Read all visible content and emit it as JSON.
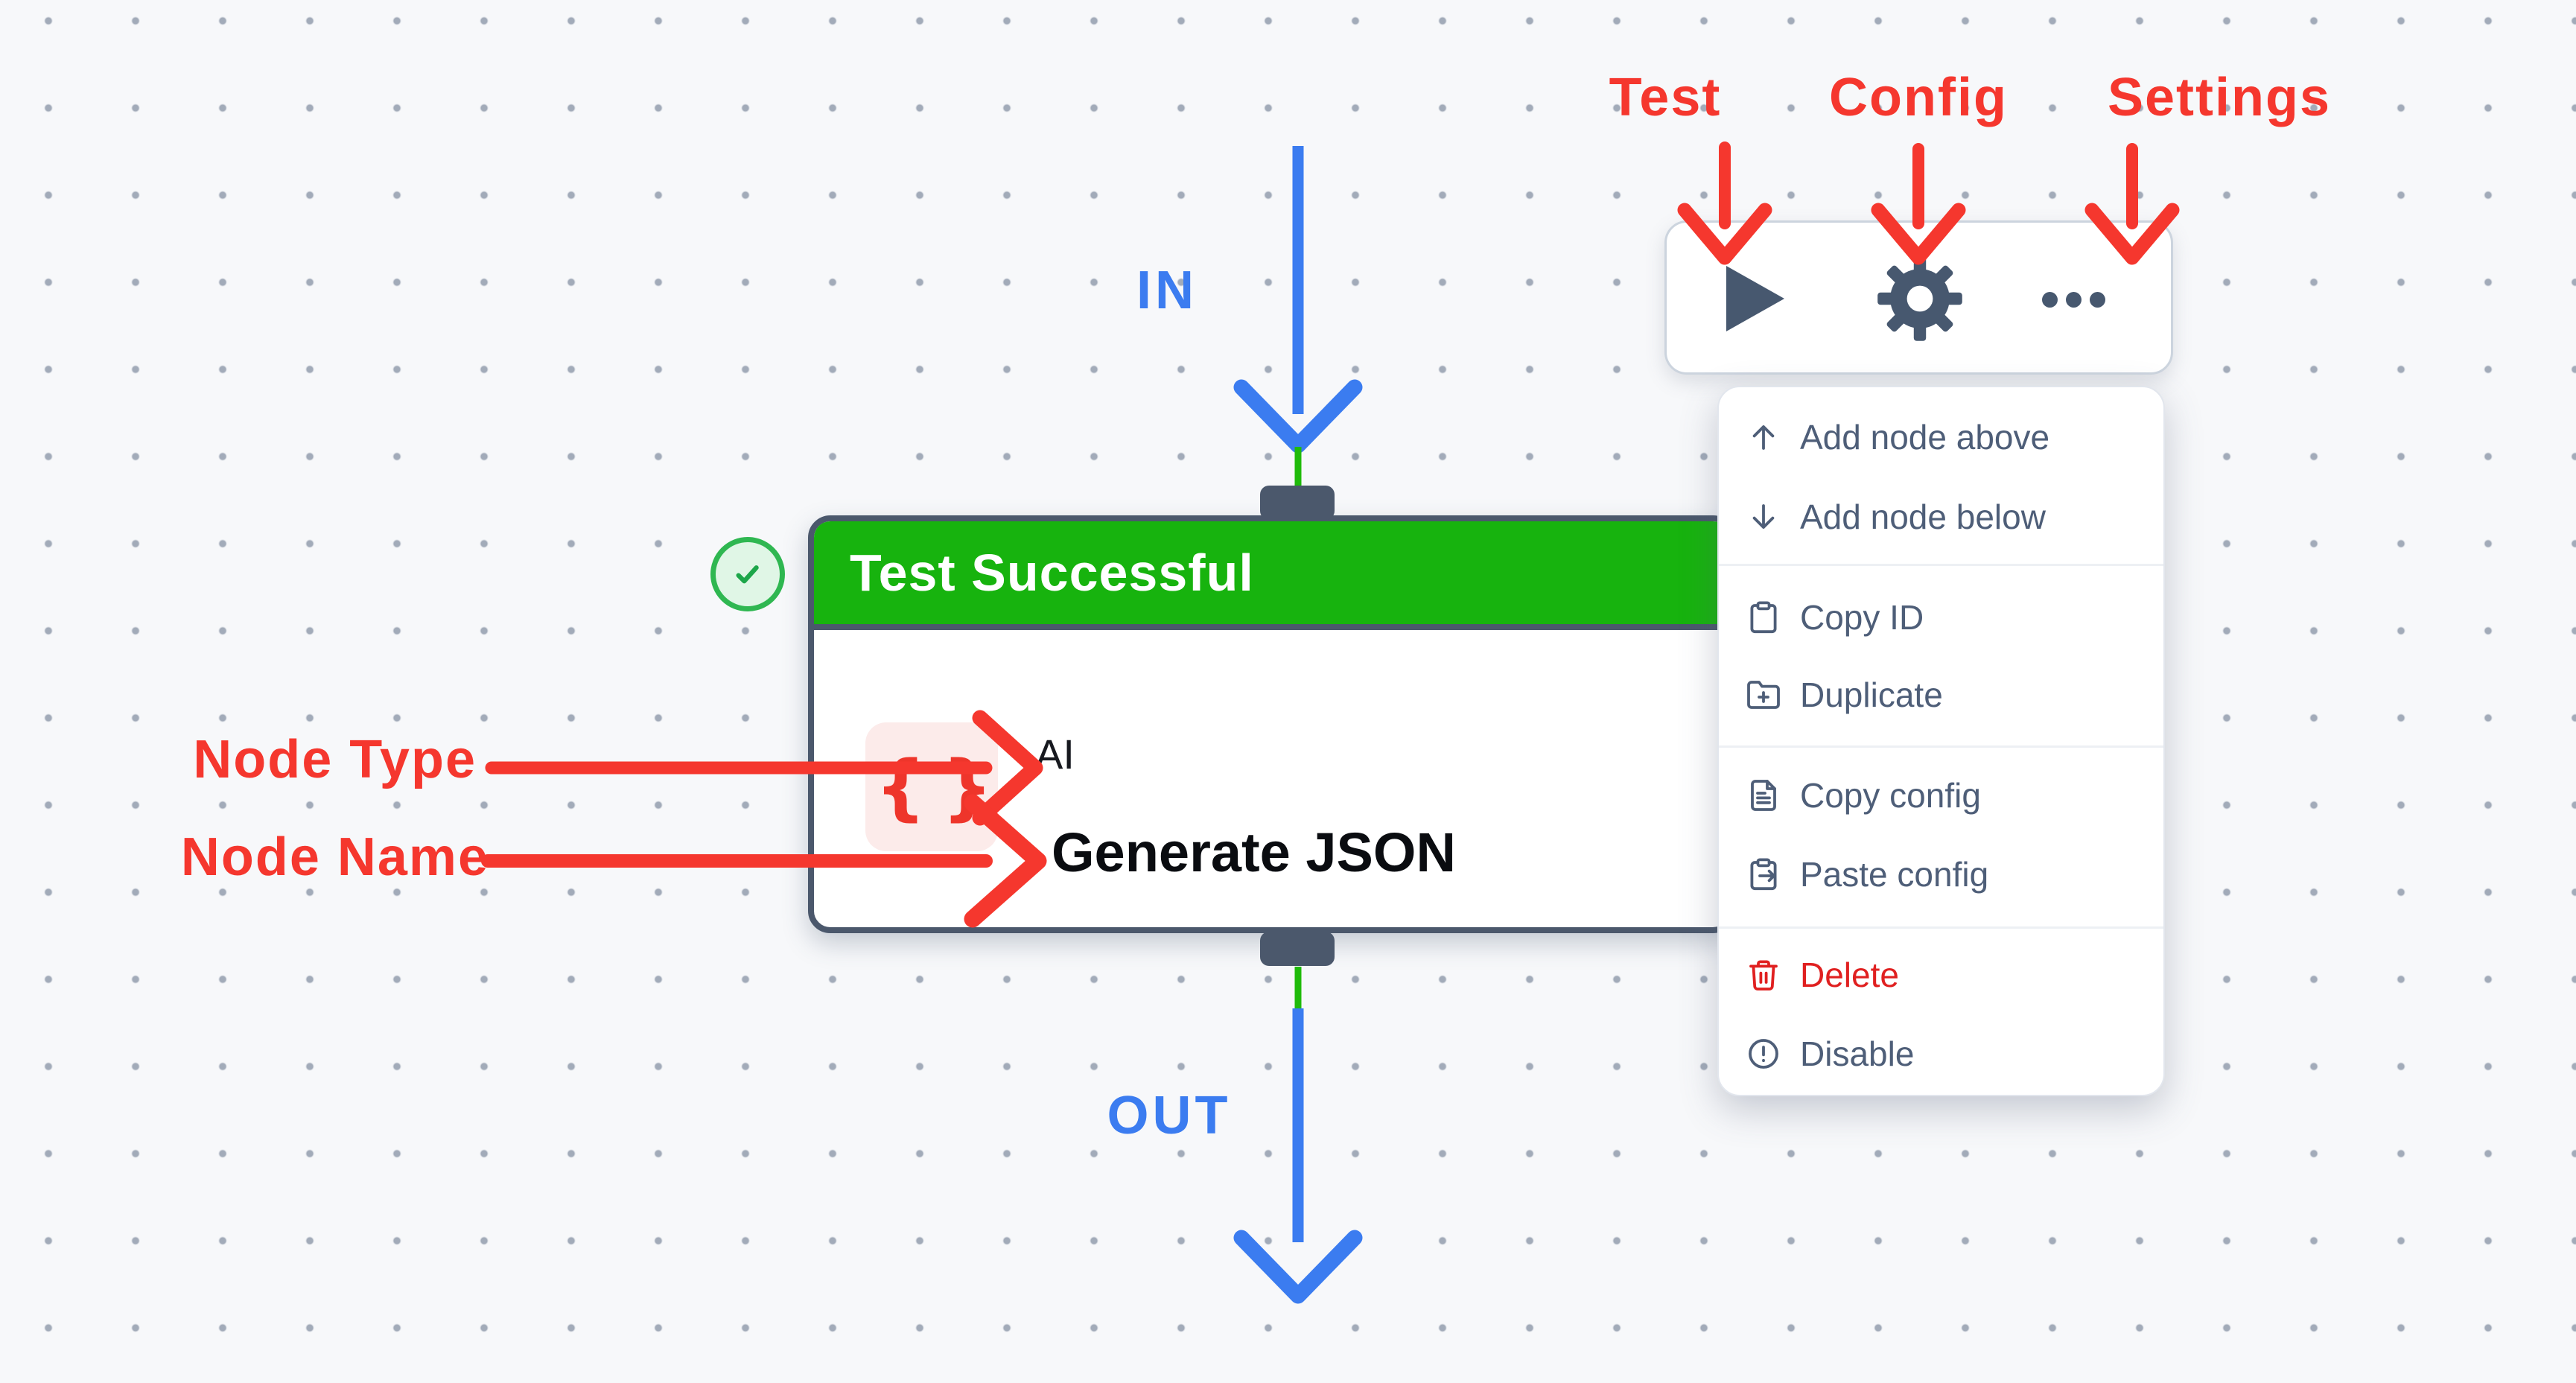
{
  "node": {
    "status_banner": "Test Successful",
    "type_icon": "{ }",
    "type_label": "AI",
    "name": "Generate JSON"
  },
  "toolbar": {
    "buttons": [
      {
        "icon": "play-icon"
      },
      {
        "icon": "gear-icon"
      },
      {
        "icon": "ellipsis-icon"
      }
    ]
  },
  "context_menu": {
    "items": [
      {
        "icon": "arrow-up-icon",
        "label": "Add node above"
      },
      {
        "icon": "arrow-down-icon",
        "label": "Add node below"
      },
      {
        "icon": "clipboard-icon",
        "label": "Copy ID"
      },
      {
        "icon": "folder-plus-icon",
        "label": "Duplicate"
      },
      {
        "icon": "file-lines-icon",
        "label": "Copy config"
      },
      {
        "icon": "clipboard-arrow-icon",
        "label": "Paste config"
      },
      {
        "icon": "trash-icon",
        "label": "Delete",
        "danger": true
      },
      {
        "icon": "circle-exclamation-icon",
        "label": "Disable"
      }
    ]
  },
  "annotations": {
    "test_label": "Test",
    "config_label": "Config",
    "settings_label": "Settings",
    "node_type_label": "Node Type",
    "node_name_label": "Node Name",
    "flow_in_label": "IN",
    "flow_out_label": "OUT"
  },
  "colors": {
    "annotation_red": "#f5372e",
    "flow_blue": "#3b7cf0",
    "connector_green": "#1fbb0a",
    "header_green": "#17b30e",
    "slate": "#4b586c",
    "menu_text": "#4e5e78",
    "danger_red": "#e02020",
    "chip_pink": "#fcebea",
    "chip_brace_red": "#ee352b",
    "check_border_green": "#2fb751",
    "check_bg_green": "#e0f6e6",
    "canvas_bg": "#f7f8fa"
  }
}
